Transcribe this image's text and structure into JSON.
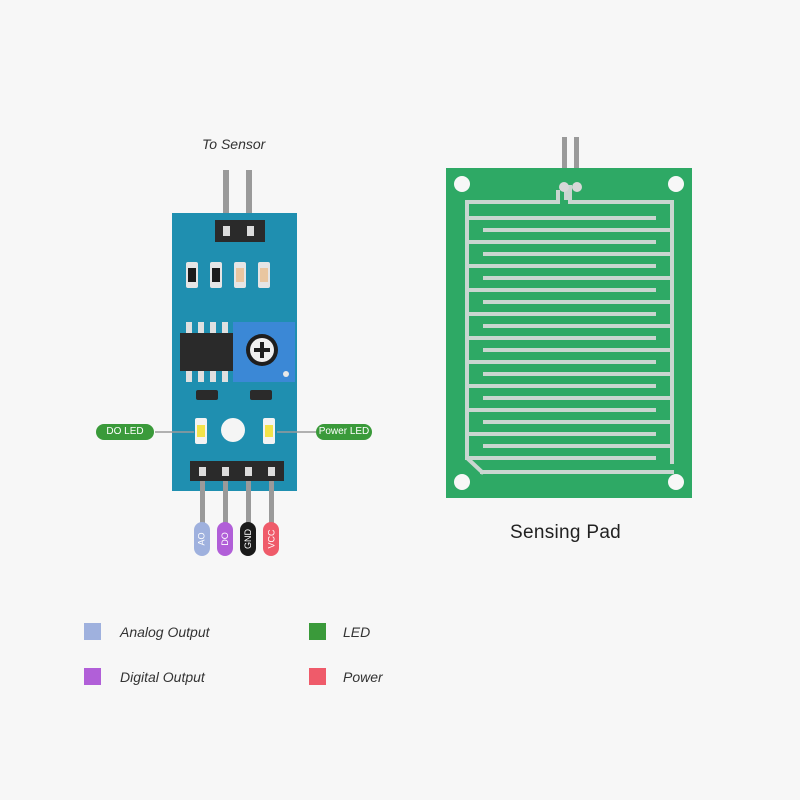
{
  "labels": {
    "to_sensor": "To Sensor",
    "sensing_pad": "Sensing Pad",
    "do_led": "DO LED",
    "power_led": "Power LED"
  },
  "pins": [
    {
      "label": "AO",
      "color": "#9fb1de"
    },
    {
      "label": "DO",
      "color": "#b15fd8"
    },
    {
      "label": "GND",
      "color": "#1a1a1a"
    },
    {
      "label": "VCC",
      "color": "#ef5b6a"
    }
  ],
  "legend": [
    {
      "label": "Analog Output",
      "color": "#9fb1de"
    },
    {
      "label": "Digital Output",
      "color": "#b15fd8"
    },
    {
      "label": "LED",
      "color": "#3a9a3a"
    },
    {
      "label": "Power",
      "color": "#ef5b6a"
    }
  ],
  "colors": {
    "module_board": "#1f8fb0",
    "pad_board": "#2ea965",
    "trace": "#c9d6d0"
  }
}
